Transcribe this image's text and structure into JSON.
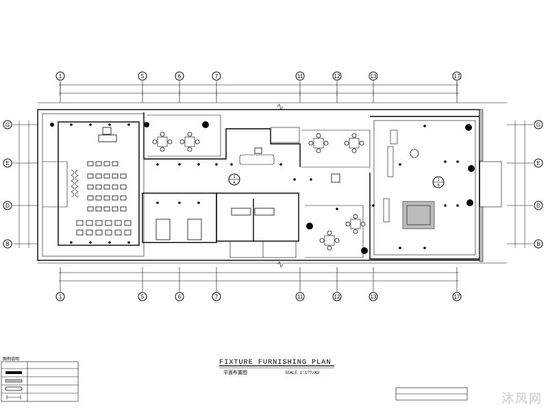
{
  "plan": {
    "title": "FIXTURE FURNISHING PLAN",
    "subtitle_cn": "平面布置图",
    "scale_label": "SCALE 1:1??/A3"
  },
  "axes": {
    "horizontal": [
      "1",
      "5",
      "6",
      "7",
      "11",
      "12",
      "13",
      "17"
    ],
    "vertical": [
      "G",
      "E",
      "D",
      "B"
    ]
  },
  "legend": {
    "title": "图例说明"
  },
  "callouts": [
    {
      "label": "1",
      "sub": "A"
    },
    {
      "label": "1",
      "sub": "B"
    }
  ],
  "watermark": "沐风网"
}
